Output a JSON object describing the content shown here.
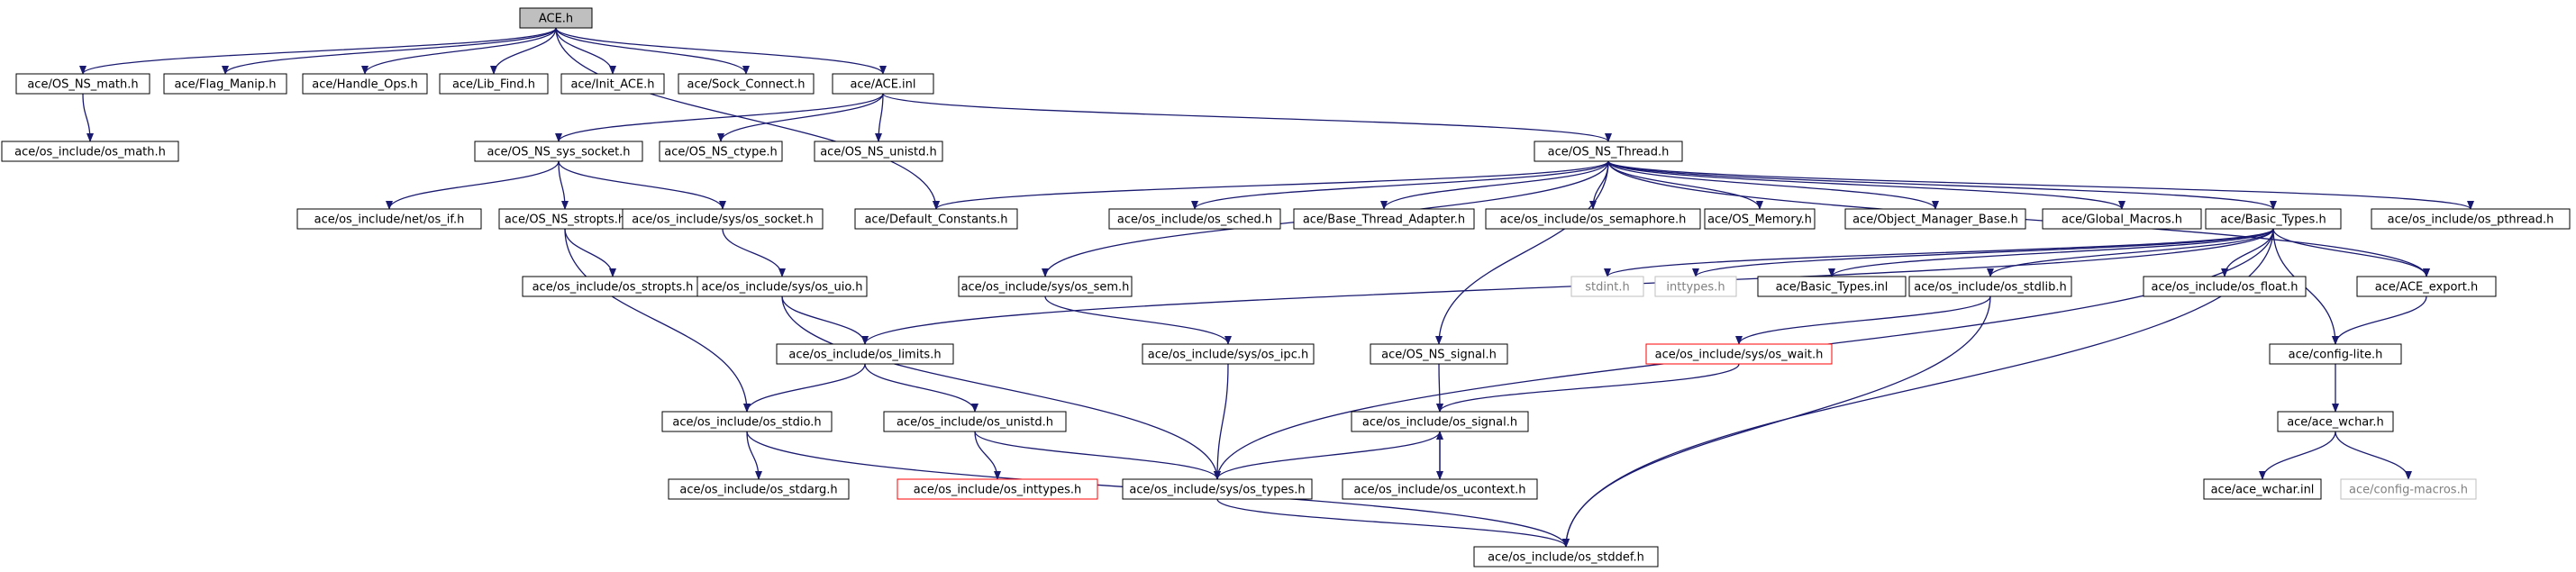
{
  "nodes": [
    {
      "id": "ace_h",
      "label": "ACE.h",
      "style": "root"
    },
    {
      "id": "os_ns_math",
      "label": "ace/OS_NS_math.h"
    },
    {
      "id": "flag_manip",
      "label": "ace/Flag_Manip.h"
    },
    {
      "id": "handle_ops",
      "label": "ace/Handle_Ops.h"
    },
    {
      "id": "lib_find",
      "label": "ace/Lib_Find.h"
    },
    {
      "id": "init_ace",
      "label": "ace/Init_ACE.h"
    },
    {
      "id": "sock_connect",
      "label": "ace/Sock_Connect.h"
    },
    {
      "id": "ace_inl",
      "label": "ace/ACE.inl"
    },
    {
      "id": "os_math",
      "label": "ace/os_include/os_math.h"
    },
    {
      "id": "os_ns_sys_socket",
      "label": "ace/OS_NS_sys_socket.h"
    },
    {
      "id": "os_ns_ctype",
      "label": "ace/OS_NS_ctype.h"
    },
    {
      "id": "os_ns_unistd",
      "label": "ace/OS_NS_unistd.h"
    },
    {
      "id": "os_ns_thread",
      "label": "ace/OS_NS_Thread.h"
    },
    {
      "id": "net_os_if",
      "label": "ace/os_include/net/os_if.h"
    },
    {
      "id": "os_ns_stropts",
      "label": "ace/OS_NS_stropts.h"
    },
    {
      "id": "sys_os_socket",
      "label": "ace/os_include/sys/os_socket.h"
    },
    {
      "id": "default_constants",
      "label": "ace/Default_Constants.h"
    },
    {
      "id": "os_sched",
      "label": "ace/os_include/os_sched.h"
    },
    {
      "id": "base_thread_adapter",
      "label": "ace/Base_Thread_Adapter.h"
    },
    {
      "id": "os_semaphore",
      "label": "ace/os_include/os_semaphore.h"
    },
    {
      "id": "os_memory",
      "label": "ace/OS_Memory.h"
    },
    {
      "id": "object_manager_base",
      "label": "ace/Object_Manager_Base.h"
    },
    {
      "id": "global_macros",
      "label": "ace/Global_Macros.h"
    },
    {
      "id": "basic_types",
      "label": "ace/Basic_Types.h"
    },
    {
      "id": "os_pthread",
      "label": "ace/os_include/os_pthread.h"
    },
    {
      "id": "os_stropts",
      "label": "ace/os_include/os_stropts.h"
    },
    {
      "id": "sys_os_uio",
      "label": "ace/os_include/sys/os_uio.h"
    },
    {
      "id": "sys_os_sem",
      "label": "ace/os_include/sys/os_sem.h"
    },
    {
      "id": "stdint",
      "label": "stdint.h",
      "style": "gray"
    },
    {
      "id": "inttypes",
      "label": "inttypes.h",
      "style": "gray"
    },
    {
      "id": "basic_types_inl",
      "label": "ace/Basic_Types.inl"
    },
    {
      "id": "os_stdlib",
      "label": "ace/os_include/os_stdlib.h"
    },
    {
      "id": "os_float",
      "label": "ace/os_include/os_float.h"
    },
    {
      "id": "ace_export",
      "label": "ace/ACE_export.h"
    },
    {
      "id": "os_limits",
      "label": "ace/os_include/os_limits.h"
    },
    {
      "id": "sys_os_ipc",
      "label": "ace/os_include/sys/os_ipc.h"
    },
    {
      "id": "os_ns_signal",
      "label": "ace/OS_NS_signal.h"
    },
    {
      "id": "sys_os_wait",
      "label": "ace/os_include/sys/os_wait.h",
      "style": "red"
    },
    {
      "id": "config_lite",
      "label": "ace/config-lite.h"
    },
    {
      "id": "os_stdio",
      "label": "ace/os_include/os_stdio.h"
    },
    {
      "id": "os_unistd",
      "label": "ace/os_include/os_unistd.h"
    },
    {
      "id": "os_signal",
      "label": "ace/os_include/os_signal.h"
    },
    {
      "id": "ace_wchar",
      "label": "ace/ace_wchar.h"
    },
    {
      "id": "os_stdarg",
      "label": "ace/os_include/os_stdarg.h"
    },
    {
      "id": "os_inttypes",
      "label": "ace/os_include/os_inttypes.h",
      "style": "red"
    },
    {
      "id": "sys_os_types",
      "label": "ace/os_include/sys/os_types.h"
    },
    {
      "id": "os_ucontext",
      "label": "ace/os_include/os_ucontext.h"
    },
    {
      "id": "ace_wchar_inl",
      "label": "ace/ace_wchar.inl"
    },
    {
      "id": "config_macros",
      "label": "ace/config-macros.h",
      "style": "gray"
    },
    {
      "id": "os_stddef",
      "label": "ace/os_include/os_stddef.h"
    }
  ],
  "edges": [
    [
      "ace_h",
      "os_ns_math"
    ],
    [
      "ace_h",
      "flag_manip"
    ],
    [
      "ace_h",
      "handle_ops"
    ],
    [
      "ace_h",
      "lib_find"
    ],
    [
      "ace_h",
      "init_ace"
    ],
    [
      "ace_h",
      "sock_connect"
    ],
    [
      "ace_h",
      "ace_inl"
    ],
    [
      "ace_h",
      "default_constants"
    ],
    [
      "os_ns_math",
      "os_math"
    ],
    [
      "ace_inl",
      "os_ns_sys_socket"
    ],
    [
      "ace_inl",
      "os_ns_ctype"
    ],
    [
      "ace_inl",
      "os_ns_unistd"
    ],
    [
      "ace_inl",
      "os_ns_thread"
    ],
    [
      "os_ns_sys_socket",
      "net_os_if"
    ],
    [
      "os_ns_sys_socket",
      "os_ns_stropts"
    ],
    [
      "os_ns_sys_socket",
      "sys_os_socket"
    ],
    [
      "os_ns_thread",
      "default_constants"
    ],
    [
      "os_ns_thread",
      "os_sched"
    ],
    [
      "os_ns_thread",
      "base_thread_adapter"
    ],
    [
      "os_ns_thread",
      "os_semaphore"
    ],
    [
      "os_ns_thread",
      "os_memory"
    ],
    [
      "os_ns_thread",
      "object_manager_base"
    ],
    [
      "os_ns_thread",
      "global_macros"
    ],
    [
      "os_ns_thread",
      "basic_types"
    ],
    [
      "os_ns_thread",
      "os_pthread"
    ],
    [
      "os_ns_thread",
      "ace_export"
    ],
    [
      "os_ns_thread",
      "sys_os_sem"
    ],
    [
      "os_ns_thread",
      "os_ns_signal"
    ],
    [
      "os_ns_stropts",
      "os_stropts"
    ],
    [
      "os_ns_stropts",
      "os_stdio"
    ],
    [
      "sys_os_socket",
      "sys_os_uio"
    ],
    [
      "sys_os_uio",
      "os_limits"
    ],
    [
      "sys_os_uio",
      "sys_os_types"
    ],
    [
      "sys_os_sem",
      "sys_os_ipc"
    ],
    [
      "basic_types",
      "stdint"
    ],
    [
      "basic_types",
      "inttypes"
    ],
    [
      "basic_types",
      "basic_types_inl"
    ],
    [
      "basic_types",
      "os_stdlib"
    ],
    [
      "basic_types",
      "os_float"
    ],
    [
      "basic_types",
      "ace_export"
    ],
    [
      "basic_types",
      "config_lite"
    ],
    [
      "basic_types",
      "os_limits"
    ],
    [
      "basic_types",
      "sys_os_types"
    ],
    [
      "basic_types",
      "os_stddef"
    ],
    [
      "os_stdlib",
      "sys_os_wait"
    ],
    [
      "os_stdlib",
      "os_stddef"
    ],
    [
      "ace_export",
      "config_lite"
    ],
    [
      "config_lite",
      "ace_wchar"
    ],
    [
      "ace_wchar",
      "ace_wchar_inl"
    ],
    [
      "ace_wchar",
      "config_macros"
    ],
    [
      "os_limits",
      "os_stdio"
    ],
    [
      "os_limits",
      "os_unistd"
    ],
    [
      "sys_os_ipc",
      "sys_os_types"
    ],
    [
      "os_ns_signal",
      "os_signal"
    ],
    [
      "sys_os_wait",
      "os_signal"
    ],
    [
      "os_stdio",
      "os_stdarg"
    ],
    [
      "os_stdio",
      "os_stddef"
    ],
    [
      "os_unistd",
      "os_inttypes"
    ],
    [
      "os_unistd",
      "sys_os_types"
    ],
    [
      "os_signal",
      "sys_os_types"
    ],
    [
      "os_signal",
      "os_ucontext"
    ],
    [
      "os_ucontext",
      "os_signal"
    ],
    [
      "sys_os_types",
      "os_stddef"
    ]
  ],
  "colors": {
    "edge": "#191970",
    "root_fill": "#bfbfbf",
    "missing": "#ff0000",
    "external": "#bfbfbf"
  }
}
